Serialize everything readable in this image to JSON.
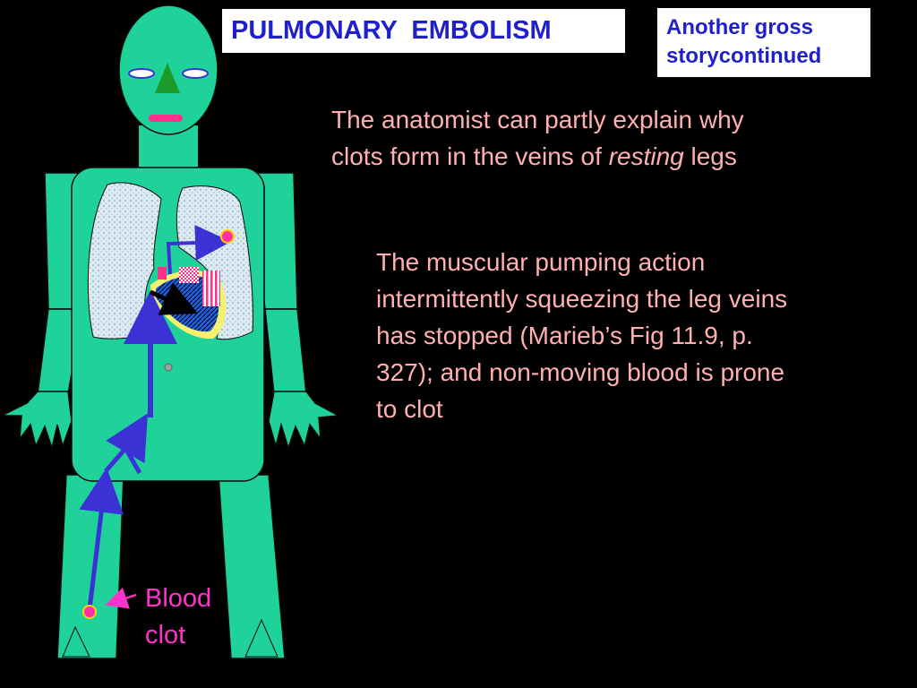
{
  "title": "PULMONARY  EMBOLISM",
  "story_label": {
    "line1": "Another gross",
    "line2": "storycontinued"
  },
  "paragraph1": {
    "line1": "The anatomist can partly explain why",
    "line2_before": "clots form in the veins of ",
    "line2_emphasis": "resting",
    "line2_after": " legs"
  },
  "paragraph2": {
    "line1": "The muscular pumping action",
    "line2": "intermittently squeezing the leg veins",
    "line3": "has stopped (Marieb’s  Fig 11.9,  p.",
    "line4": "327); and non-moving blood is prone",
    "line5": "to clot"
  },
  "clot_label": {
    "line1": "Blood",
    "line2": "clot"
  },
  "colors": {
    "background": "#000000",
    "body": "#1ed29a",
    "vein": "#3b32d6",
    "clot": "#ff2fa8",
    "text_pink": "#ffb0b0",
    "title_blue": "#1f1fcc",
    "label_magenta": "#ff33cc"
  }
}
